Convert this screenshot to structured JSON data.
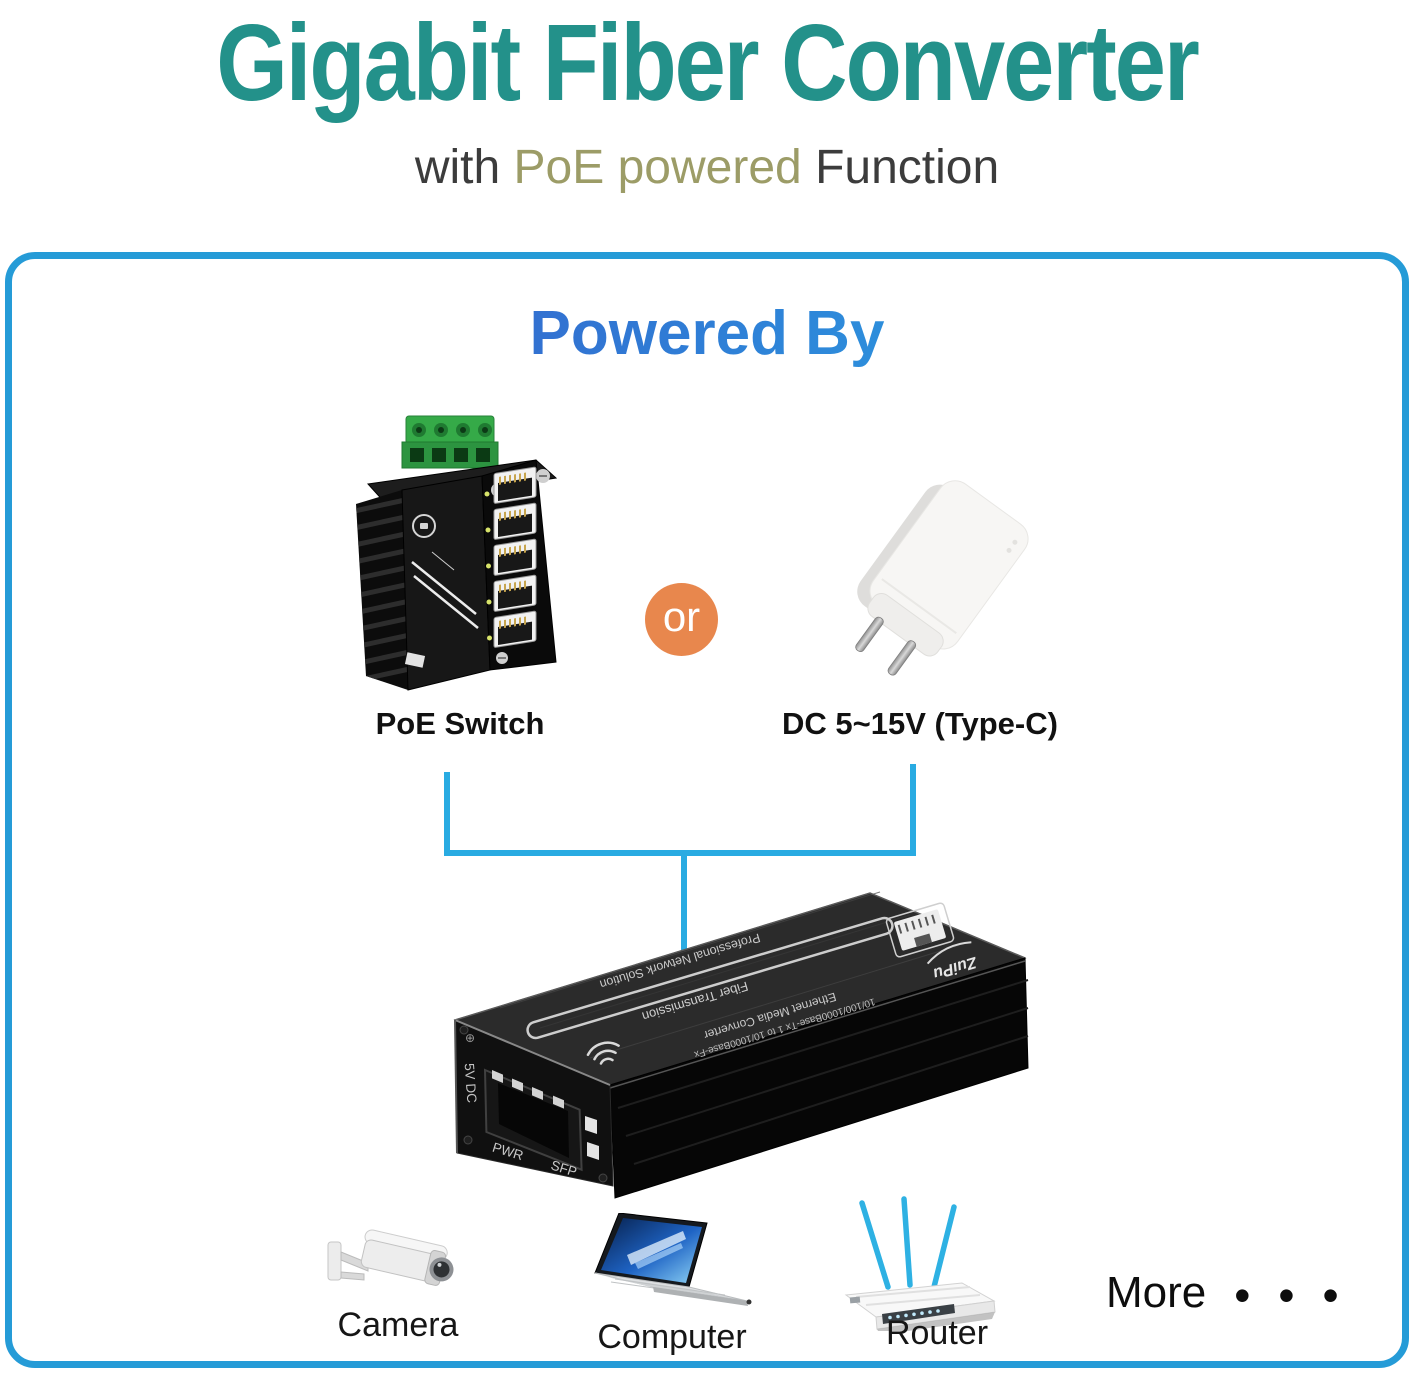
{
  "page": {
    "title": "Gigabit Fiber Converter",
    "subtitle": {
      "prefix": "with ",
      "highlight": "PoE powered ",
      "suffix": "Function"
    }
  },
  "panel": {
    "heading": "Powered By",
    "or_label": "or",
    "sources": [
      {
        "label": "PoE Switch",
        "image": "industrial-poe-switch-photo"
      },
      {
        "label": "DC 5~15V (Type-C)",
        "image": "usb-c-wall-charger-photo"
      }
    ],
    "converter": {
      "image": "mini-sfp-fiber-media-converter-photo",
      "brand_text": "ZuiPu",
      "top_text_line1": "Professional Network Solution",
      "top_text_line2": "Fiber Transmission",
      "top_text_line3": "Ethernet Media Converter",
      "top_text_line4": "10/100/1000Base-Tx 1 to 10/1000Base-Fx",
      "front_label_pwr": "PWR",
      "front_label_sfp": "SFP",
      "side_label_power": "5V DC"
    },
    "devices": [
      {
        "label": "Camera",
        "image": "cctv-camera-photo"
      },
      {
        "label": "Computer",
        "image": "laptop-photo"
      },
      {
        "label": "Router",
        "image": "wireless-router-photo"
      }
    ],
    "more": {
      "label": "More",
      "dots": [
        "•",
        "•",
        "•"
      ]
    }
  },
  "colors": {
    "title_teal": "#23918a",
    "subtitle_olive": "#9c9c67",
    "heading_gradient_start": "#3a4fc4",
    "heading_gradient_end": "#28b7ea",
    "panel_border_blue": "#259bd7",
    "connector_blue": "#29abe2",
    "or_badge_orange": "#e8874d",
    "text_dark": "#333333",
    "router_antenna_cyan": "#2eb1e3"
  }
}
